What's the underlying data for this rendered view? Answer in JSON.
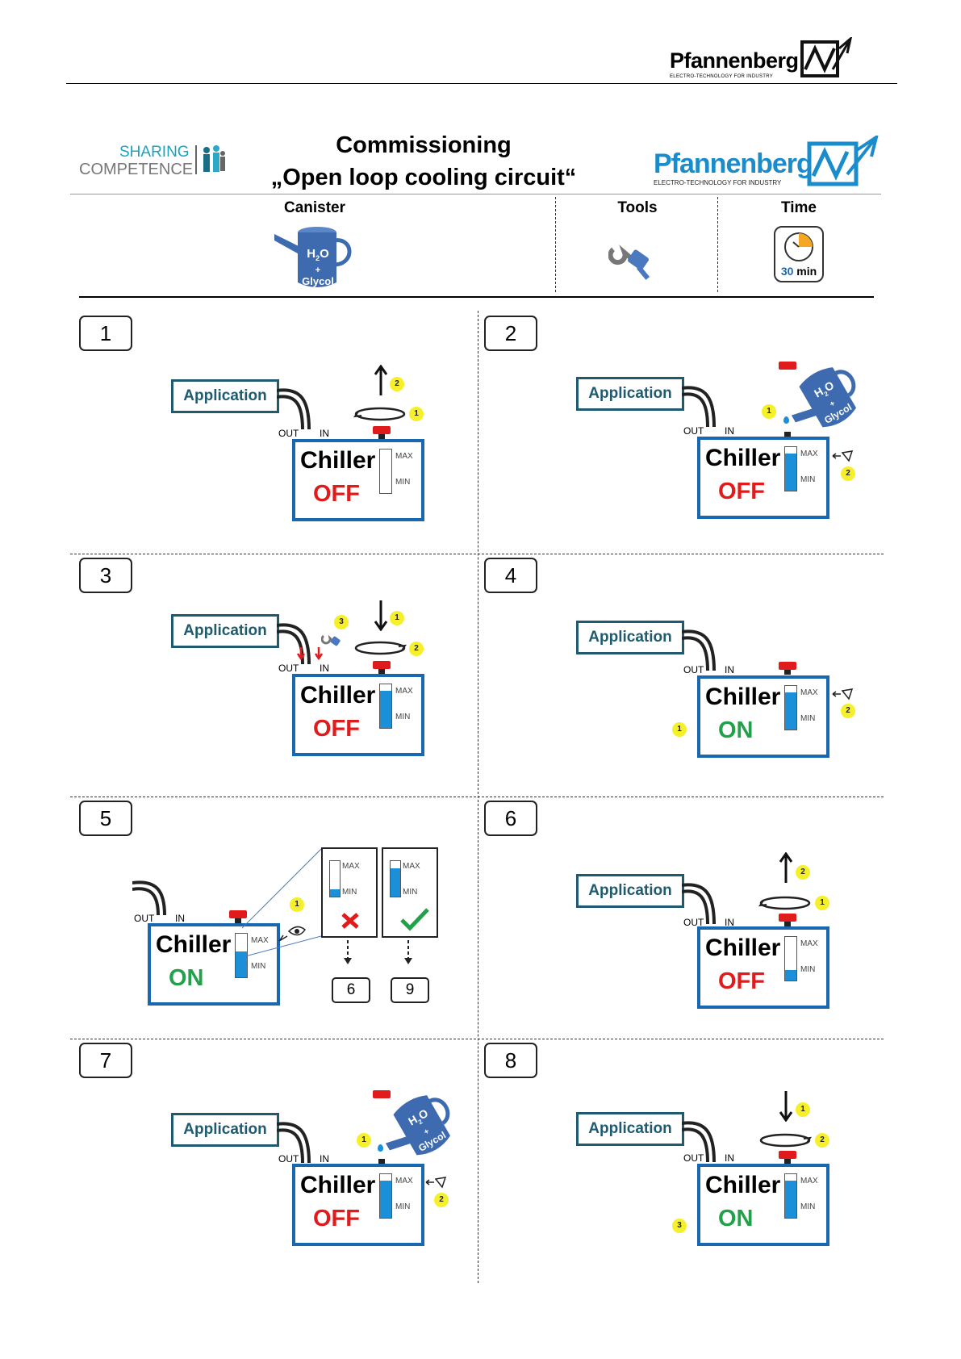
{
  "header": {
    "brand": "Pfannenberg",
    "tagline": "ELECTRO-TECHNOLOGY FOR INDUSTRY"
  },
  "top": {
    "sharing": "SHARING",
    "competence": "COMPETENCE",
    "title_line1": "Commissioning",
    "title_line2": "„Open loop cooling circuit“",
    "brand": "Pfannenberg",
    "tagline": "ELECTRO-TECHNOLOGY FOR INDUSTRY"
  },
  "columns": {
    "canister": "Canister",
    "tools": "Tools",
    "time": "Time",
    "canister_label_1": "H",
    "canister_label_sub": "2",
    "canister_label_2": "O",
    "canister_plus": "+",
    "canister_glycol": "Glycol",
    "time_value": "30",
    "time_unit": "min"
  },
  "labels": {
    "application": "Application",
    "chiller": "Chiller",
    "off": "OFF",
    "on": "ON",
    "out": "OUT",
    "in": "IN",
    "max": "MAX",
    "min": "MIN",
    "canister_h": "H",
    "canister_sub": "2",
    "canister_o": "O",
    "canister_plus": "+",
    "canister_glycol": "Glycol"
  },
  "steps": [
    {
      "number": "1"
    },
    {
      "number": "2"
    },
    {
      "number": "3"
    },
    {
      "number": "4"
    },
    {
      "number": "5"
    },
    {
      "number": "6"
    },
    {
      "number": "7"
    },
    {
      "number": "8"
    }
  ],
  "markers": {
    "one": "1",
    "two": "2",
    "three": "3"
  },
  "step5_refs": {
    "fail": "6",
    "ok": "9"
  },
  "colors": {
    "chiller_border": "#1a67b1",
    "app_border": "#1f5a6e",
    "off": "#e11b1b",
    "on": "#22a14a",
    "level": "#1b8fd7",
    "cap": "#e11b1b",
    "marker": "#f5f02a"
  }
}
